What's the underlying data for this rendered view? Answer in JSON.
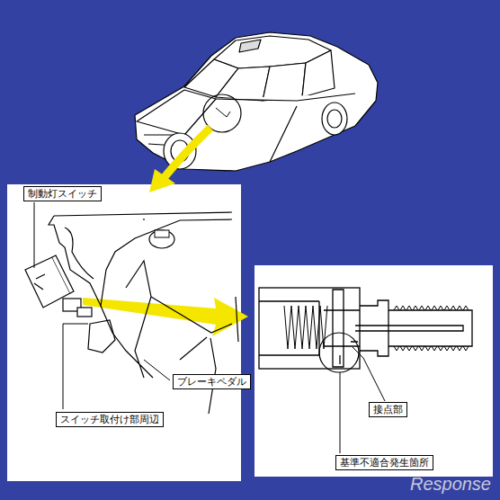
{
  "diagram": {
    "nodes": [
      {
        "text": [
          "制動灯スイッチ"
        ]
      },
      {
        "text": [
          "ブレーキペダル"
        ]
      },
      {
        "text": [
          "スイッチ取付け部周辺"
        ]
      },
      {
        "text": [
          "接点部"
        ]
      },
      {
        "text": [
          "基準不適合発生箇所"
        ]
      }
    ],
    "labels": [
      "Response"
    ]
  }
}
